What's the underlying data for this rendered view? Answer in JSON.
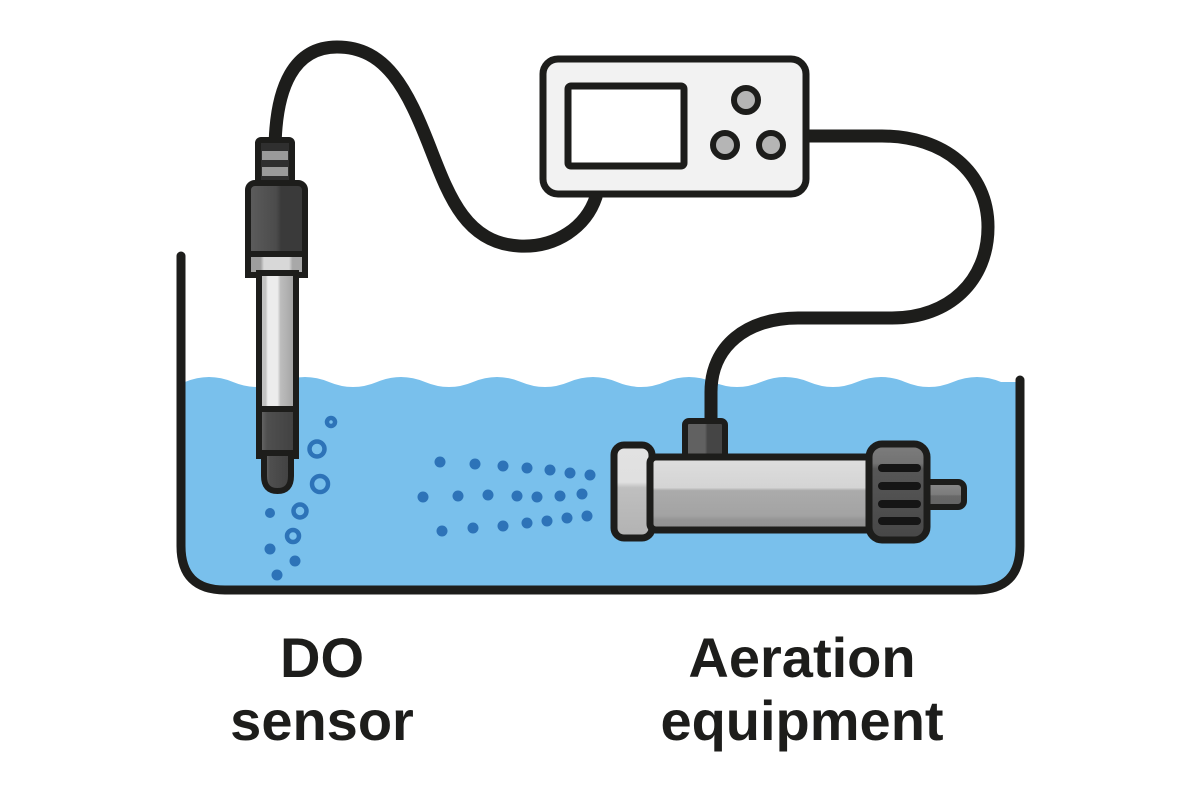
{
  "diagram": {
    "labels": {
      "do_sensor": {
        "line1": "DO",
        "line2": "sensor"
      },
      "aeration_equipment": {
        "line1": "Aeration",
        "line2": "equipment"
      }
    },
    "colors": {
      "background": "#ffffff",
      "outline": "#1d1d1b",
      "cable": "#1d1d1b",
      "water": "#79c0ec",
      "bubble": "#2d73b8",
      "meter_body": "#f2f2f2",
      "meter_screen": "#ffffff",
      "meter_button": "#b5b5b5",
      "label_text": "#1d1d1b"
    }
  }
}
